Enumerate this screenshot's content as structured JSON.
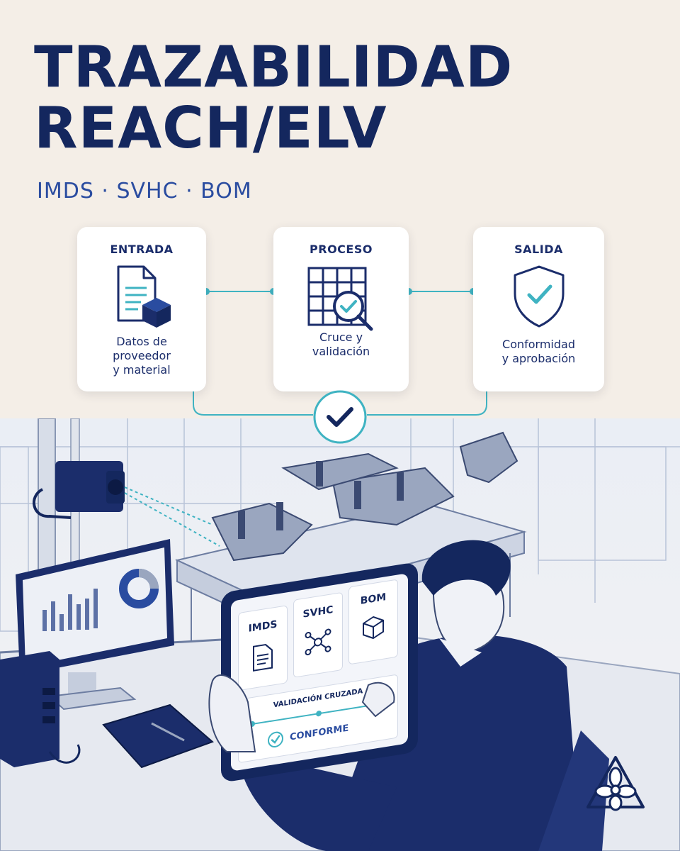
{
  "header": {
    "title_line1": "TRAZABILIDAD",
    "title_line2": "REACH/ELV",
    "subtitle": "IMDS · SVHC · BOM"
  },
  "flow": {
    "steps": [
      {
        "label": "ENTRADA",
        "description": "Datos de\nproveedor\ny material",
        "icon": "document-cube-icon"
      },
      {
        "label": "PROCESO",
        "description": "Cruce y\nvalidación",
        "icon": "grid-magnifier-icon"
      },
      {
        "label": "SALIDA",
        "description": "Conformidad\ny aprobación",
        "icon": "shield-check-icon"
      }
    ],
    "merge_icon": "check-circle-icon"
  },
  "tablet": {
    "tabs": [
      {
        "label": "IMDS",
        "icon": "document-icon"
      },
      {
        "label": "SVHC",
        "icon": "molecule-icon"
      },
      {
        "label": "BOM",
        "icon": "cube-icon"
      }
    ],
    "validation_label": "VALIDACIÓN CRUZADA",
    "status_label": "CONFORME"
  },
  "colors": {
    "navy": "#14275e",
    "accent_blue": "#2a4ca0",
    "teal": "#3fb3c2",
    "background": "#f4eee7"
  }
}
